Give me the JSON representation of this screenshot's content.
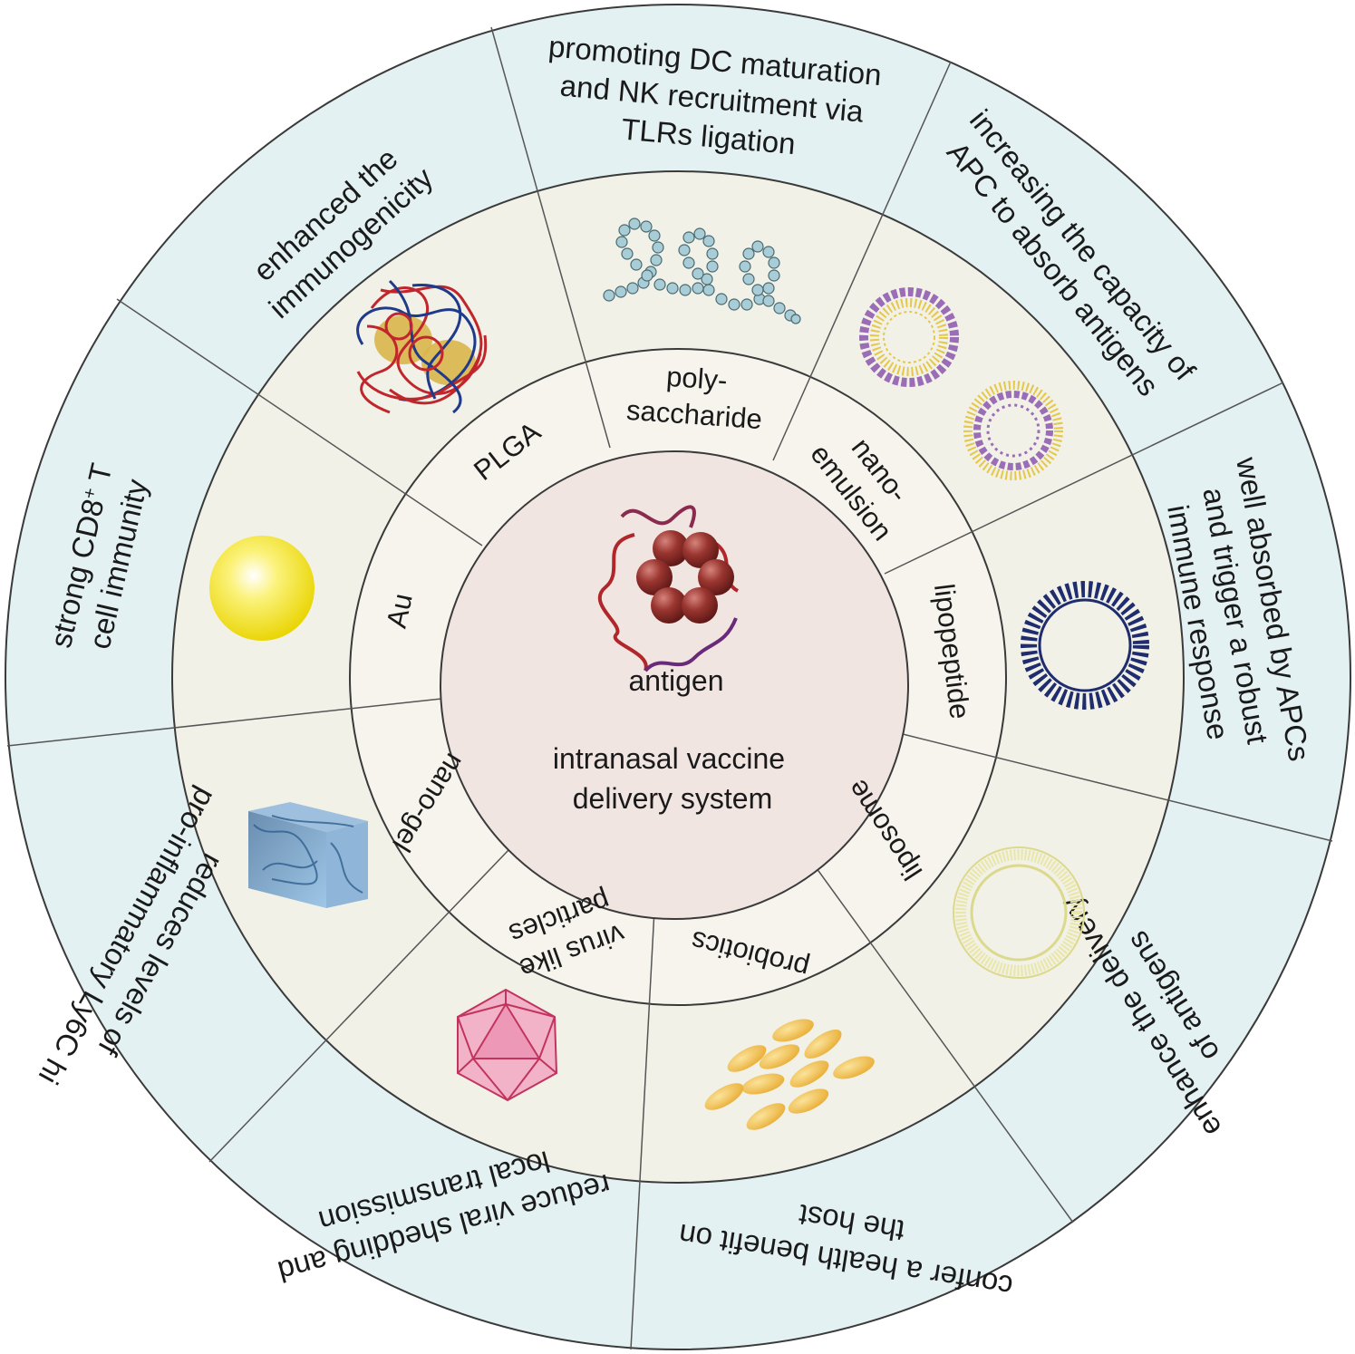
{
  "center": {
    "antigen_label": "antigen",
    "title_line1": "intranasal vaccine",
    "title_line2": "delivery system"
  },
  "carriers": [
    {
      "id": "plga",
      "label": "PLGA",
      "effect_lines": [
        "enhanced the",
        "immunogenicity"
      ],
      "effect_superscript": ""
    },
    {
      "id": "polysaccharide",
      "label_lines": [
        "poly-",
        "saccharide"
      ],
      "effect_lines": [
        "promoting DC maturation",
        "and NK recruitment via",
        "TLRs ligation"
      ]
    },
    {
      "id": "nanoemulsion",
      "label_lines": [
        "nano-",
        "emulsion"
      ],
      "effect_lines": [
        "increasing the capacity of",
        "APC to absorb antigens"
      ]
    },
    {
      "id": "lipopeptide",
      "label": "lipopeptide",
      "effect_lines": [
        "well absorbed by APCs",
        "and trigger a robust",
        "immune response"
      ]
    },
    {
      "id": "liposome",
      "label": "liposome",
      "effect_lines": [
        "enhance the delivery",
        "of antigens"
      ]
    },
    {
      "id": "probiotics",
      "label": "probiotics",
      "effect_lines": [
        "confer a health benefit on",
        "the host"
      ]
    },
    {
      "id": "vlp",
      "label_lines": [
        "virus like",
        "particles"
      ],
      "effect_lines": [
        "reduce viral shedding and",
        "local transmission"
      ]
    },
    {
      "id": "nanogel",
      "label": "nano-gel",
      "effect_lines": [
        "reduces levels of",
        "pro-inflammatory Ly6C hi"
      ]
    },
    {
      "id": "au",
      "label": "Au",
      "effect_line1_pre": "strong CD8",
      "effect_line1_sup": "+",
      "effect_line1_post": " T",
      "effect_line2": "cell immunity"
    }
  ],
  "colors": {
    "outer_ring": "#e3f1f2",
    "middle_ring": "#f1f1e7",
    "inner_ring": "#f7f4ee",
    "center": "#f1e5e2",
    "stroke": "#3a3a3a",
    "plga_core": "#d9b64a",
    "polysaccharide_bead": "#a9cdd6",
    "liposome_head": "#9a6db6",
    "liposome_tail": "#e5c74a",
    "lipopeptide": "#1f2c6e",
    "liposome_pale": "#e9e6a8",
    "probiotic": "#f0bf4c",
    "vlp": "#e27aa0",
    "nanogel": "#6f93b8",
    "au": "#f3e21a",
    "antigen_bead": "#8c2a27"
  }
}
